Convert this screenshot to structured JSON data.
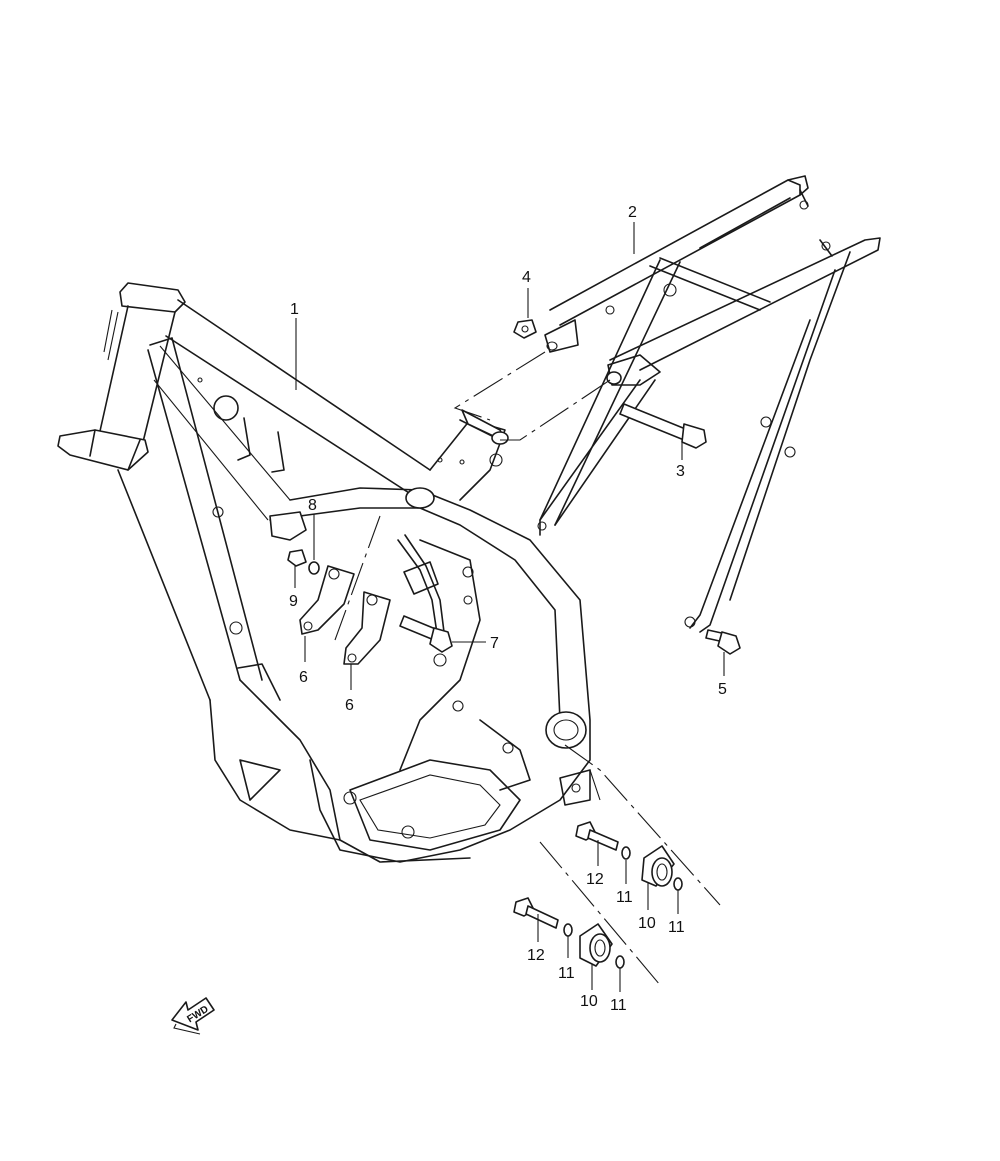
{
  "callouts": {
    "c1": "1",
    "c2": "2",
    "c3": "3",
    "c4": "4",
    "c5": "5",
    "c6a": "6",
    "c6b": "6",
    "c7": "7",
    "c8": "8",
    "c9": "9",
    "c10a": "10",
    "c10b": "10",
    "c11a": "11",
    "c11b": "11",
    "c11c": "11",
    "c11d": "11",
    "c12a": "12",
    "c12b": "12"
  },
  "direction_arrow": {
    "label": "FWD",
    "icon": "fwd-arrow-icon"
  },
  "colors": {
    "line": "#1a1a1a",
    "background": "#ffffff"
  }
}
